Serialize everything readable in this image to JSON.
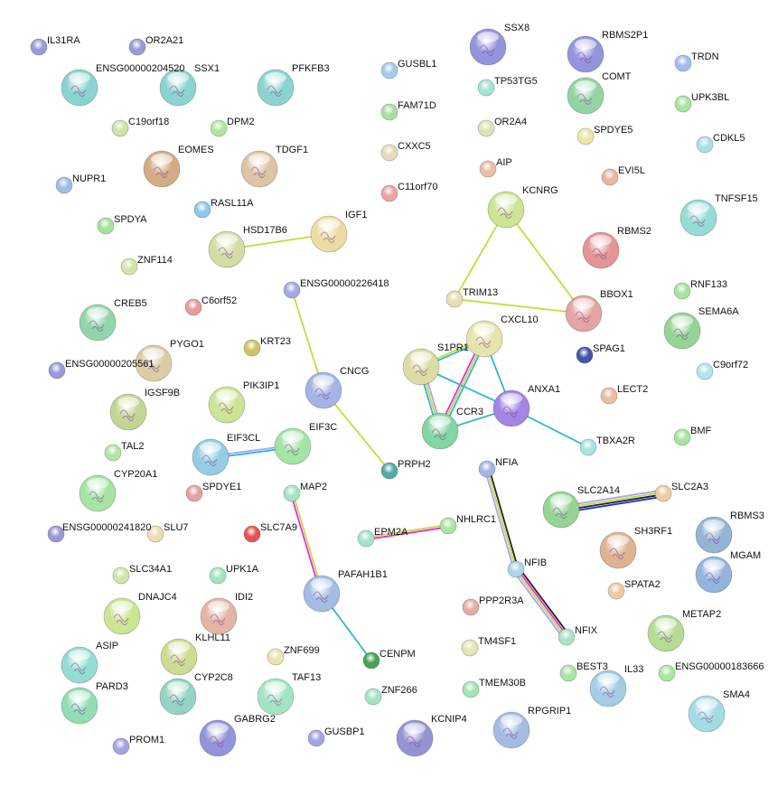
{
  "nodes": [
    {
      "label": "IL31RA",
      "color": "#9a9ad8"
    },
    {
      "label": "OR2A21",
      "color": "#9a9ad8"
    },
    {
      "label": "ENSG00000204520",
      "color": "#8ad4d0"
    },
    {
      "label": "SSX1",
      "color": "#8ad4d0"
    },
    {
      "label": "PFKFB3",
      "color": "#8ad4d0"
    },
    {
      "label": "GUSBL1",
      "color": "#a4cce6"
    },
    {
      "label": "SSX8",
      "color": "#9494dc"
    },
    {
      "label": "TP53TG5",
      "color": "#a4e4d4"
    },
    {
      "label": "RBMS2P1",
      "color": "#9494dc"
    },
    {
      "label": "TRDN",
      "color": "#a4bcec"
    },
    {
      "label": "COMT",
      "color": "#94d4a4"
    },
    {
      "label": "UPK3BL",
      "color": "#a8e4a0"
    },
    {
      "label": "C19orf18",
      "color": "#cce4a4"
    },
    {
      "label": "DPM2",
      "color": "#b4e4a0"
    },
    {
      "label": "FAM71D",
      "color": "#a8e0a0"
    },
    {
      "label": "OR2A4",
      "color": "#dce4b4"
    },
    {
      "label": "SPDYE5",
      "color": "#ece4a4"
    },
    {
      "label": "CDKL5",
      "color": "#a8e0ec"
    },
    {
      "label": "EOMES",
      "color": "#d4ac84"
    },
    {
      "label": "TDGF1",
      "color": "#dcc4a4"
    },
    {
      "label": "CXXC5",
      "color": "#e4dcb4"
    },
    {
      "label": "AIP",
      "color": "#ecbca4"
    },
    {
      "label": "EVI5L",
      "color": "#ecb4a4"
    },
    {
      "label": "NUPR1",
      "color": "#a0bce8"
    },
    {
      "label": "RASL11A",
      "color": "#90c8ec"
    },
    {
      "label": "C11orf70",
      "color": "#eca4a4"
    },
    {
      "label": "KCNRG",
      "color": "#cce494"
    },
    {
      "label": "TNFSF15",
      "color": "#94dcd4"
    },
    {
      "label": "SPDYA",
      "color": "#a8e0a0"
    },
    {
      "label": "HSD17B6",
      "color": "#d4dca4"
    },
    {
      "label": "IGF1",
      "color": "#ecdca4"
    },
    {
      "label": "RBMS2",
      "color": "#e49494"
    },
    {
      "label": "ZNF114",
      "color": "#d4e4a8"
    },
    {
      "label": "ENSG00000226418",
      "color": "#a4a8e4"
    },
    {
      "label": "TRIM13",
      "color": "#ecdcb4"
    },
    {
      "label": "RNF133",
      "color": "#a8e4a0"
    },
    {
      "label": "C6orf52",
      "color": "#e49c9c"
    },
    {
      "label": "CREB5",
      "color": "#94d4ac"
    },
    {
      "label": "BBOX1",
      "color": "#e4a4a4"
    },
    {
      "label": "SEMA6A",
      "color": "#94d494"
    },
    {
      "label": "KRT23",
      "color": "#ccc464"
    },
    {
      "label": "PYGO1",
      "color": "#dccca4"
    },
    {
      "label": "CXCL10",
      "color": "#e4e4ac"
    },
    {
      "label": "S1PR1",
      "color": "#dcdca4"
    },
    {
      "label": "SPAG1",
      "color": "#4454ac"
    },
    {
      "label": "ENSG00000205561",
      "color": "#9a9ad8"
    },
    {
      "label": "CNCG",
      "color": "#a4b4e4"
    },
    {
      "label": "C9orf72",
      "color": "#b4e4ec"
    },
    {
      "label": "LECT2",
      "color": "#ecbca4"
    },
    {
      "label": "ANXA1",
      "color": "#a484e4"
    },
    {
      "label": "IGSF9B",
      "color": "#c4d494"
    },
    {
      "label": "PIK3IP1",
      "color": "#cce494"
    },
    {
      "label": "CCR3",
      "color": "#84d4a4"
    },
    {
      "label": "BMF",
      "color": "#a8e4a0"
    },
    {
      "label": "TAL2",
      "color": "#b4e4a4"
    },
    {
      "label": "TBXA2R",
      "color": "#a4e4dc"
    },
    {
      "label": "EIF3CL",
      "color": "#94cce4"
    },
    {
      "label": "EIF3C",
      "color": "#a4e4a4"
    },
    {
      "label": "PRPH2",
      "color": "#54aca4"
    },
    {
      "label": "NFIA",
      "color": "#a4b4e4"
    },
    {
      "label": "CYP20A1",
      "color": "#a4e4a4"
    },
    {
      "label": "SPDYE1",
      "color": "#e4a0a4"
    },
    {
      "label": "MAP2",
      "color": "#a4e4c4"
    },
    {
      "label": "SLC2A14",
      "color": "#94d494"
    },
    {
      "label": "SLC2A3",
      "color": "#eccca4"
    },
    {
      "label": "ENSG00000241820",
      "color": "#9a9ad8"
    },
    {
      "label": "SLU7",
      "color": "#ecdcb4"
    },
    {
      "label": "SLC7A9",
      "color": "#e45454"
    },
    {
      "label": "NHLRC1",
      "color": "#ace4a4"
    },
    {
      "label": "EPM2A",
      "color": "#a4e4cc"
    },
    {
      "label": "RBMS3",
      "color": "#94b4d4"
    },
    {
      "label": "SH3RF1",
      "color": "#dcb494"
    },
    {
      "label": "MGAM",
      "color": "#94b4dc"
    },
    {
      "label": "NFIB",
      "color": "#acd4ec"
    },
    {
      "label": "SLC34A1",
      "color": "#d4e4a8"
    },
    {
      "label": "UPK1A",
      "color": "#a4e4bc"
    },
    {
      "label": "PAFAH1B1",
      "color": "#a4bce4"
    },
    {
      "label": "PPP2R3A",
      "color": "#e4aca4"
    },
    {
      "label": "SPATA2",
      "color": "#eccca4"
    },
    {
      "label": "DNAJC4",
      "color": "#cce494"
    },
    {
      "label": "IDI2",
      "color": "#e4b4a4"
    },
    {
      "label": "METAP2",
      "color": "#b4dc94"
    },
    {
      "label": "NFIX",
      "color": "#ace4c4"
    },
    {
      "label": "ZNF699",
      "color": "#ece4b4"
    },
    {
      "label": "TM4SF1",
      "color": "#e4e4b4"
    },
    {
      "label": "KLHL11",
      "color": "#ccdc94"
    },
    {
      "label": "CENPM",
      "color": "#44a454"
    },
    {
      "label": "ASIP",
      "color": "#94dcd4"
    },
    {
      "label": "BEST3",
      "color": "#ace4a4"
    },
    {
      "label": "ENSG00000183666",
      "color": "#ace4a4"
    },
    {
      "label": "TMEM30B",
      "color": "#a4e4b4"
    },
    {
      "label": "ZNF266",
      "color": "#a4e4c4"
    },
    {
      "label": "PARD3",
      "color": "#94dcb4"
    },
    {
      "label": "CYP2C8",
      "color": "#94d4c4"
    },
    {
      "label": "TAF13",
      "color": "#a4e4c4"
    },
    {
      "label": "IL33",
      "color": "#a4cce4"
    },
    {
      "label": "SMA4",
      "color": "#a4dce4"
    },
    {
      "label": "RPGRIP1",
      "color": "#a4bce4"
    },
    {
      "label": "GABRG2",
      "color": "#9494dc"
    },
    {
      "label": "KCNIP4",
      "color": "#9494d4"
    },
    {
      "label": "GUSBP1",
      "color": "#a4a4e4"
    },
    {
      "label": "PROM1",
      "color": "#a4a4e4"
    }
  ],
  "edge_colors": {
    "textmining": "#c4dc3c",
    "coexpression": "#222222",
    "database": "#30b4d8",
    "experiments": "#e030e0",
    "homology": "#a4a4ff",
    "cooccurrence": "#2030e0"
  },
  "edges": [
    {
      "a": "HSD17B6",
      "b": "IGF1",
      "evidence": [
        "textmining"
      ]
    },
    {
      "a": "KCNRG",
      "b": "TRIM13",
      "evidence": [
        "textmining"
      ]
    },
    {
      "a": "KCNRG",
      "b": "BBOX1",
      "evidence": [
        "textmining"
      ]
    },
    {
      "a": "TRIM13",
      "b": "BBOX1",
      "evidence": [
        "textmining"
      ]
    },
    {
      "a": "ENSG00000226418",
      "b": "CNCG",
      "evidence": [
        "textmining"
      ]
    },
    {
      "a": "CNCG",
      "b": "PRPH2",
      "evidence": [
        "textmining"
      ]
    },
    {
      "a": "EIF3CL",
      "b": "EIF3C",
      "evidence": [
        "homology",
        "database"
      ]
    },
    {
      "a": "S1PR1",
      "b": "CXCL10",
      "evidence": [
        "textmining",
        "database"
      ]
    },
    {
      "a": "S1PR1",
      "b": "CCR3",
      "evidence": [
        "homology",
        "textmining",
        "database"
      ]
    },
    {
      "a": "CXCL10",
      "b": "CCR3",
      "evidence": [
        "database",
        "textmining",
        "experiments"
      ]
    },
    {
      "a": "CXCL10",
      "b": "ANXA1",
      "evidence": [
        "database"
      ]
    },
    {
      "a": "S1PR1",
      "b": "ANXA1",
      "evidence": [
        "database"
      ]
    },
    {
      "a": "CCR3",
      "b": "ANXA1",
      "evidence": [
        "database"
      ]
    },
    {
      "a": "ANXA1",
      "b": "TBXA2R",
      "evidence": [
        "database"
      ]
    },
    {
      "a": "NFIA",
      "b": "NFIB",
      "evidence": [
        "coexpression",
        "textmining",
        "homology"
      ]
    },
    {
      "a": "NFIB",
      "b": "NFIX",
      "evidence": [
        "coexpression",
        "experiments",
        "textmining",
        "homology"
      ]
    },
    {
      "a": "SLC2A14",
      "b": "SLC2A3",
      "evidence": [
        "homology",
        "textmining",
        "coexpression",
        "cooccurrence"
      ]
    },
    {
      "a": "MAP2",
      "b": "PAFAH1B1",
      "evidence": [
        "textmining",
        "experiments"
      ]
    },
    {
      "a": "EPM2A",
      "b": "NHLRC1",
      "evidence": [
        "textmining",
        "experiments"
      ]
    },
    {
      "a": "PAFAH1B1",
      "b": "CENPM",
      "evidence": [
        "database"
      ]
    }
  ]
}
